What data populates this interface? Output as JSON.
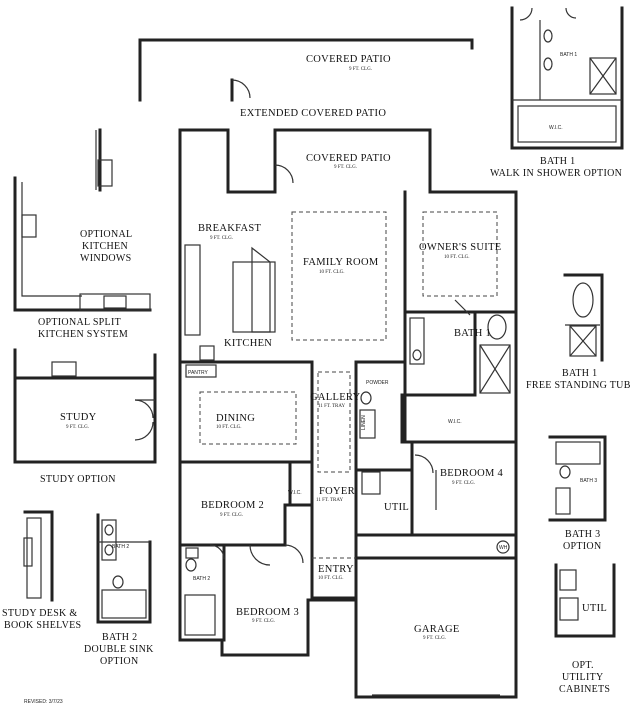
{
  "rooms": {
    "covered_patio_top": {
      "name": "COVERED PATIO",
      "ceiling": "9 FT. CLG."
    },
    "extended_patio": {
      "name": "EXTENDED COVERED PATIO"
    },
    "covered_patio": {
      "name": "COVERED PATIO",
      "ceiling": "9 FT. CLG."
    },
    "breakfast": {
      "name": "BREAKFAST",
      "ceiling": "9 FT. CLG."
    },
    "family_room": {
      "name": "FAMILY ROOM",
      "ceiling": "10 FT. CLG."
    },
    "owners_suite": {
      "name": "OWNER'S SUITE",
      "ceiling": "10 FT. CLG."
    },
    "kitchen": {
      "name": "KITCHEN"
    },
    "pantry": {
      "name": "PANTRY"
    },
    "bath1_main": {
      "name": "BATH 1"
    },
    "gallery": {
      "name": "GALLERY",
      "ceiling": "11 FT. TRAY"
    },
    "powder": {
      "name": "POWDER"
    },
    "linen": {
      "name": "LINEN"
    },
    "wic_main": {
      "name": "W.I.C."
    },
    "dining": {
      "name": "DINING",
      "ceiling": "10 FT. CLG."
    },
    "bedroom4": {
      "name": "BEDROOM 4",
      "ceiling": "9 FT. CLG."
    },
    "bedroom2": {
      "name": "BEDROOM 2",
      "ceiling": "9 FT. CLG."
    },
    "wic_bed2": {
      "name": "W.I.C."
    },
    "foyer": {
      "name": "FOYER",
      "ceiling": "11 FT. TRAY"
    },
    "util": {
      "name": "UTIL"
    },
    "wh": {
      "name": "WH"
    },
    "bath2": {
      "name": "BATH 2"
    },
    "entry": {
      "name": "ENTRY",
      "ceiling": "10 FT. CLG."
    },
    "bedroom3": {
      "name": "BEDROOM 3",
      "ceiling": "9 FT. CLG."
    },
    "garage": {
      "name": "GARAGE",
      "ceiling": "9 FT. CLG."
    }
  },
  "options": {
    "kitchen_windows": {
      "lines": [
        "OPTIONAL",
        "KITCHEN",
        "WINDOWS"
      ]
    },
    "split_kitchen": {
      "lines": [
        "OPTIONAL SPLIT",
        "KITCHEN SYSTEM"
      ]
    },
    "study": {
      "room": "STUDY",
      "ceiling": "9 FT. CLG.",
      "caption": "STUDY OPTION"
    },
    "study_desk": {
      "lines": [
        "STUDY DESK &",
        "BOOK SHELVES"
      ]
    },
    "bath2_double": {
      "room": "BATH 2",
      "lines": [
        "BATH 2",
        "DOUBLE SINK",
        "OPTION"
      ]
    },
    "bath1_walk": {
      "room": "BATH 1",
      "wic": "W.I.C.",
      "lines": [
        "BATH 1",
        "WALK IN SHOWER OPTION"
      ]
    },
    "bath1_tub": {
      "lines": [
        "BATH 1",
        "FREE STANDING TUB"
      ]
    },
    "bath3": {
      "room": "BATH 3",
      "lines": [
        "BATH 3",
        "OPTION"
      ]
    },
    "utility": {
      "room": "UTIL",
      "lines": [
        "OPT.",
        "UTILITY",
        "CABINETS"
      ]
    }
  },
  "footer": {
    "revised": "REVISED: 3/7/23"
  }
}
